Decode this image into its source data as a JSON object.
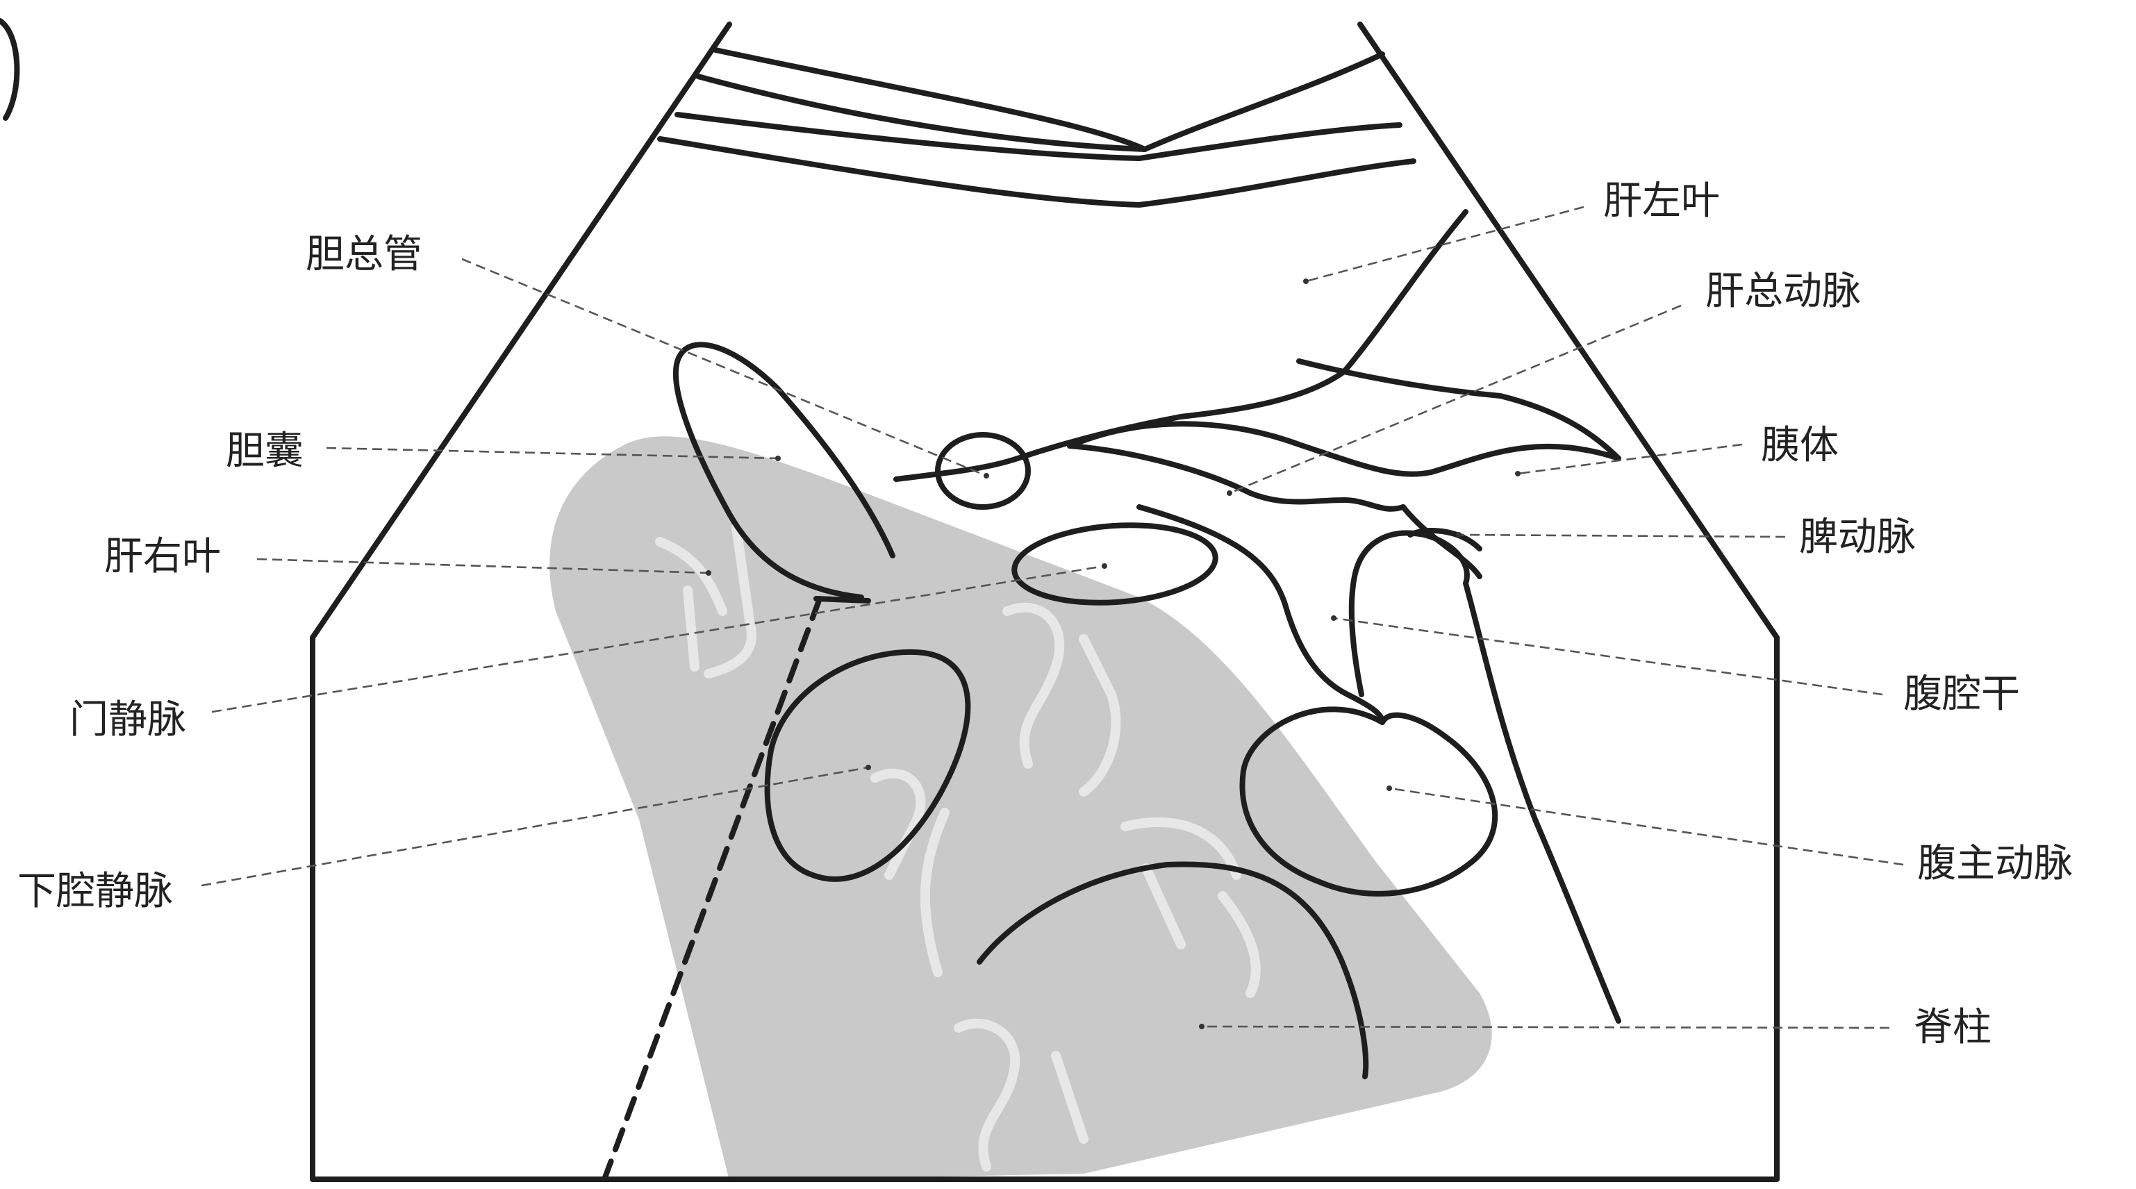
{
  "labels": {
    "liver_left_lobe": "肝左叶",
    "common_bile_duct": "胆总管",
    "common_hepatic_artery": "肝总动脉",
    "gallbladder": "胆囊",
    "pancreas_body": "胰体",
    "liver_right_lobe": "肝右叶",
    "splenic_artery": "脾动脉",
    "portal_vein": "门静脉",
    "celiac_trunk": "腹腔干",
    "inferior_vena_cava": "下腔静脉",
    "abdominal_aorta": "腹主动脉",
    "spine": "脊柱"
  },
  "colors": {
    "line": "#1e1e1e",
    "leader": "#555555",
    "watermark_panel": "#c9c9c9",
    "background": "#ffffff"
  }
}
